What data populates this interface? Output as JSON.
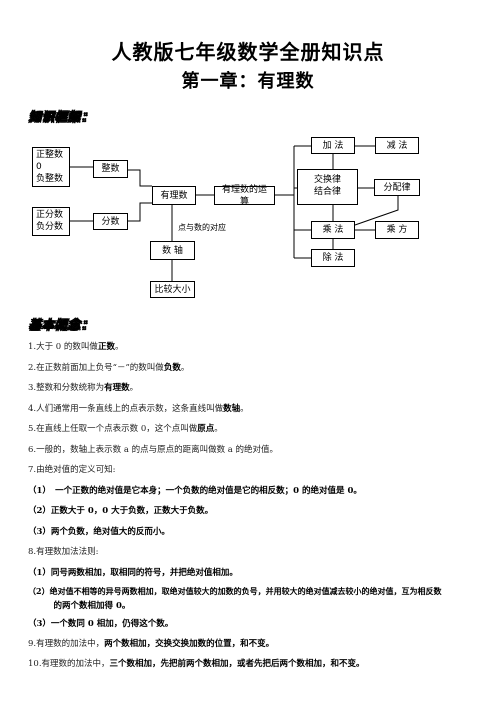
{
  "header": {
    "main_title": "人教版七年级数学全册知识点",
    "sub_title": "第一章：有理数"
  },
  "sections": {
    "knowledge": "知识框架：",
    "concepts": "基本概念："
  },
  "diagram": {
    "box_integers_pos": "正整数",
    "box_integers_zero": "0",
    "box_integers_neg": "负整数",
    "box_fractions_pos": "正分数",
    "box_fractions_neg": "负分数",
    "integer": "整数",
    "fraction": "分数",
    "rational": "有理数",
    "operations": "有理数的运算",
    "point_correspondence": "点与数的对应",
    "number_axis": "数 轴",
    "compare": "比较大小",
    "add": "加 法",
    "subtract": "减 法",
    "commutative": "交换律",
    "associative": "结合律",
    "distributive": "分配律",
    "multiply": "乘 法",
    "power": "乘 方",
    "divide": "除 法"
  },
  "lines": [
    {
      "pre": "1.大于 0 的数叫做",
      "b": "正数",
      "post": "。"
    },
    {
      "pre": "2.在正数前面加上负号“－”的数叫做",
      "b": "负数",
      "post": "。"
    },
    {
      "pre": "3.整数和分数统称为",
      "b": "有理数",
      "post": "。"
    },
    {
      "pre": "4.人们通常用一条直线上的点表示数，这条直线叫做",
      "b": "数轴",
      "post": "。"
    },
    {
      "pre": "5.在直线上任取一个点表示数 0，这个点叫做",
      "b": "原点",
      "post": "。"
    },
    {
      "pre": "6.一般的，数轴上表示数 a 的点与原点的距离叫做数 a 的绝对值。",
      "b": "",
      "post": ""
    },
    {
      "pre": "7.由绝对值的定义可知:",
      "b": "",
      "post": ""
    },
    {
      "pre": "",
      "b": "（1）　一个正数的绝对值是它本身；一个负数的绝对值是它的相反数；0 的绝对值是 0。",
      "post": ""
    },
    {
      "pre": "",
      "b": "（2）正数大于 0，0 大于负数，正数大于负数。",
      "post": ""
    },
    {
      "pre": "",
      "b": "（3）两个负数，绝对值大的反而小。",
      "post": ""
    },
    {
      "pre": "8.有理数加法法则:",
      "b": "",
      "post": ""
    },
    {
      "pre": "",
      "b": "（1）同号两数相加，取相同的符号，并把绝对值相加。",
      "post": ""
    },
    {
      "pre": "",
      "b": "（2）绝对值不相等的异号两数相加，取绝对值较大的加数的负号，并用较大的绝对值减去较小的绝对值，互为相反数",
      "post": ""
    },
    {
      "pre": "",
      "b": "　　　的两个数相加得 0。",
      "post": ""
    },
    {
      "pre": "",
      "b": "（3）一个数同 0 相加，仍得这个数。",
      "post": ""
    },
    {
      "pre": "9.有理数的加法中，",
      "b": "两个数相加，交换交换加数的位置，和不变。",
      "post": ""
    },
    {
      "pre": "10.有理数的加法中，",
      "b": "三个数相加，先把前两个数相加，或者先把后两个数相加，和不变。",
      "post": ""
    }
  ]
}
